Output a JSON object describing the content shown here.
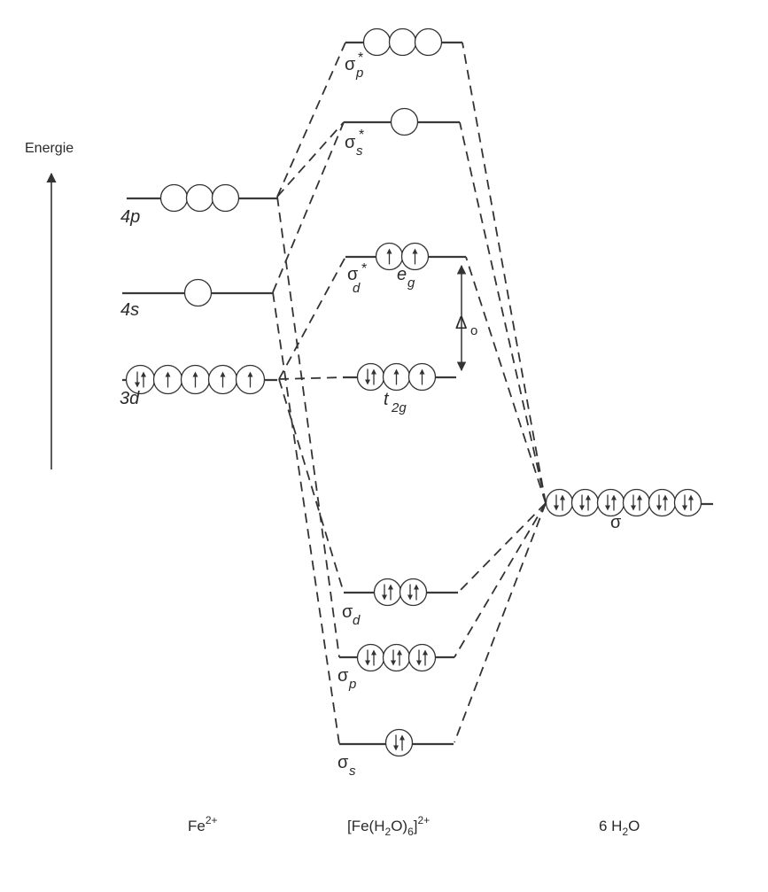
{
  "axis": {
    "label": "Energie"
  },
  "columns": {
    "metal": {
      "base": "Fe",
      "sup": "2+"
    },
    "complex": {
      "pre": "[Fe(H",
      "sub1": "2",
      "mid": "O)",
      "sub2": "6",
      "post": "]",
      "sup": "2+"
    },
    "ligands": {
      "pre": "6 H",
      "sub": "2",
      "post": "O"
    }
  },
  "labels": {
    "fe_4p": "4p",
    "fe_4s": "4s",
    "fe_3d": "3d",
    "sigma_p_star": {
      "main": "σ",
      "sub": "p",
      "star": "*"
    },
    "sigma_s_star": {
      "main": "σ",
      "sub": "s",
      "star": "*"
    },
    "sigma_d_star": {
      "main": "σ",
      "sub": "d",
      "star": "*"
    },
    "e_g": {
      "main": "e",
      "sub": "g"
    },
    "delta_o": {
      "main": "Δ",
      "sub": "o"
    },
    "t_2g": {
      "main": "t",
      "sub": "2g"
    },
    "sigma_lig": "σ",
    "sigma_d": {
      "main": "σ",
      "sub": "d"
    },
    "sigma_p": {
      "main": "σ",
      "sub": "p"
    },
    "sigma_s": {
      "main": "σ",
      "sub": "s"
    }
  },
  "levels": [
    {
      "id": "fe-4p",
      "orbitals": [
        "empty",
        "empty",
        "empty"
      ]
    },
    {
      "id": "fe-4s",
      "orbitals": [
        "empty"
      ]
    },
    {
      "id": "fe-3d",
      "orbitals": [
        "pair",
        "up",
        "up",
        "up",
        "up"
      ]
    },
    {
      "id": "sigma-p-star",
      "orbitals": [
        "empty",
        "empty",
        "empty"
      ]
    },
    {
      "id": "sigma-s-star",
      "orbitals": [
        "empty"
      ]
    },
    {
      "id": "eg",
      "orbitals": [
        "up",
        "up"
      ]
    },
    {
      "id": "t2g",
      "orbitals": [
        "pair",
        "up",
        "up"
      ]
    },
    {
      "id": "sigma-d",
      "orbitals": [
        "pair",
        "pair"
      ]
    },
    {
      "id": "sigma-p",
      "orbitals": [
        "pair",
        "pair",
        "pair"
      ]
    },
    {
      "id": "sigma-s",
      "orbitals": [
        "pair"
      ]
    },
    {
      "id": "ligand-sigma",
      "orbitals": [
        "pair",
        "pair",
        "pair",
        "pair",
        "pair",
        "pair"
      ]
    }
  ]
}
